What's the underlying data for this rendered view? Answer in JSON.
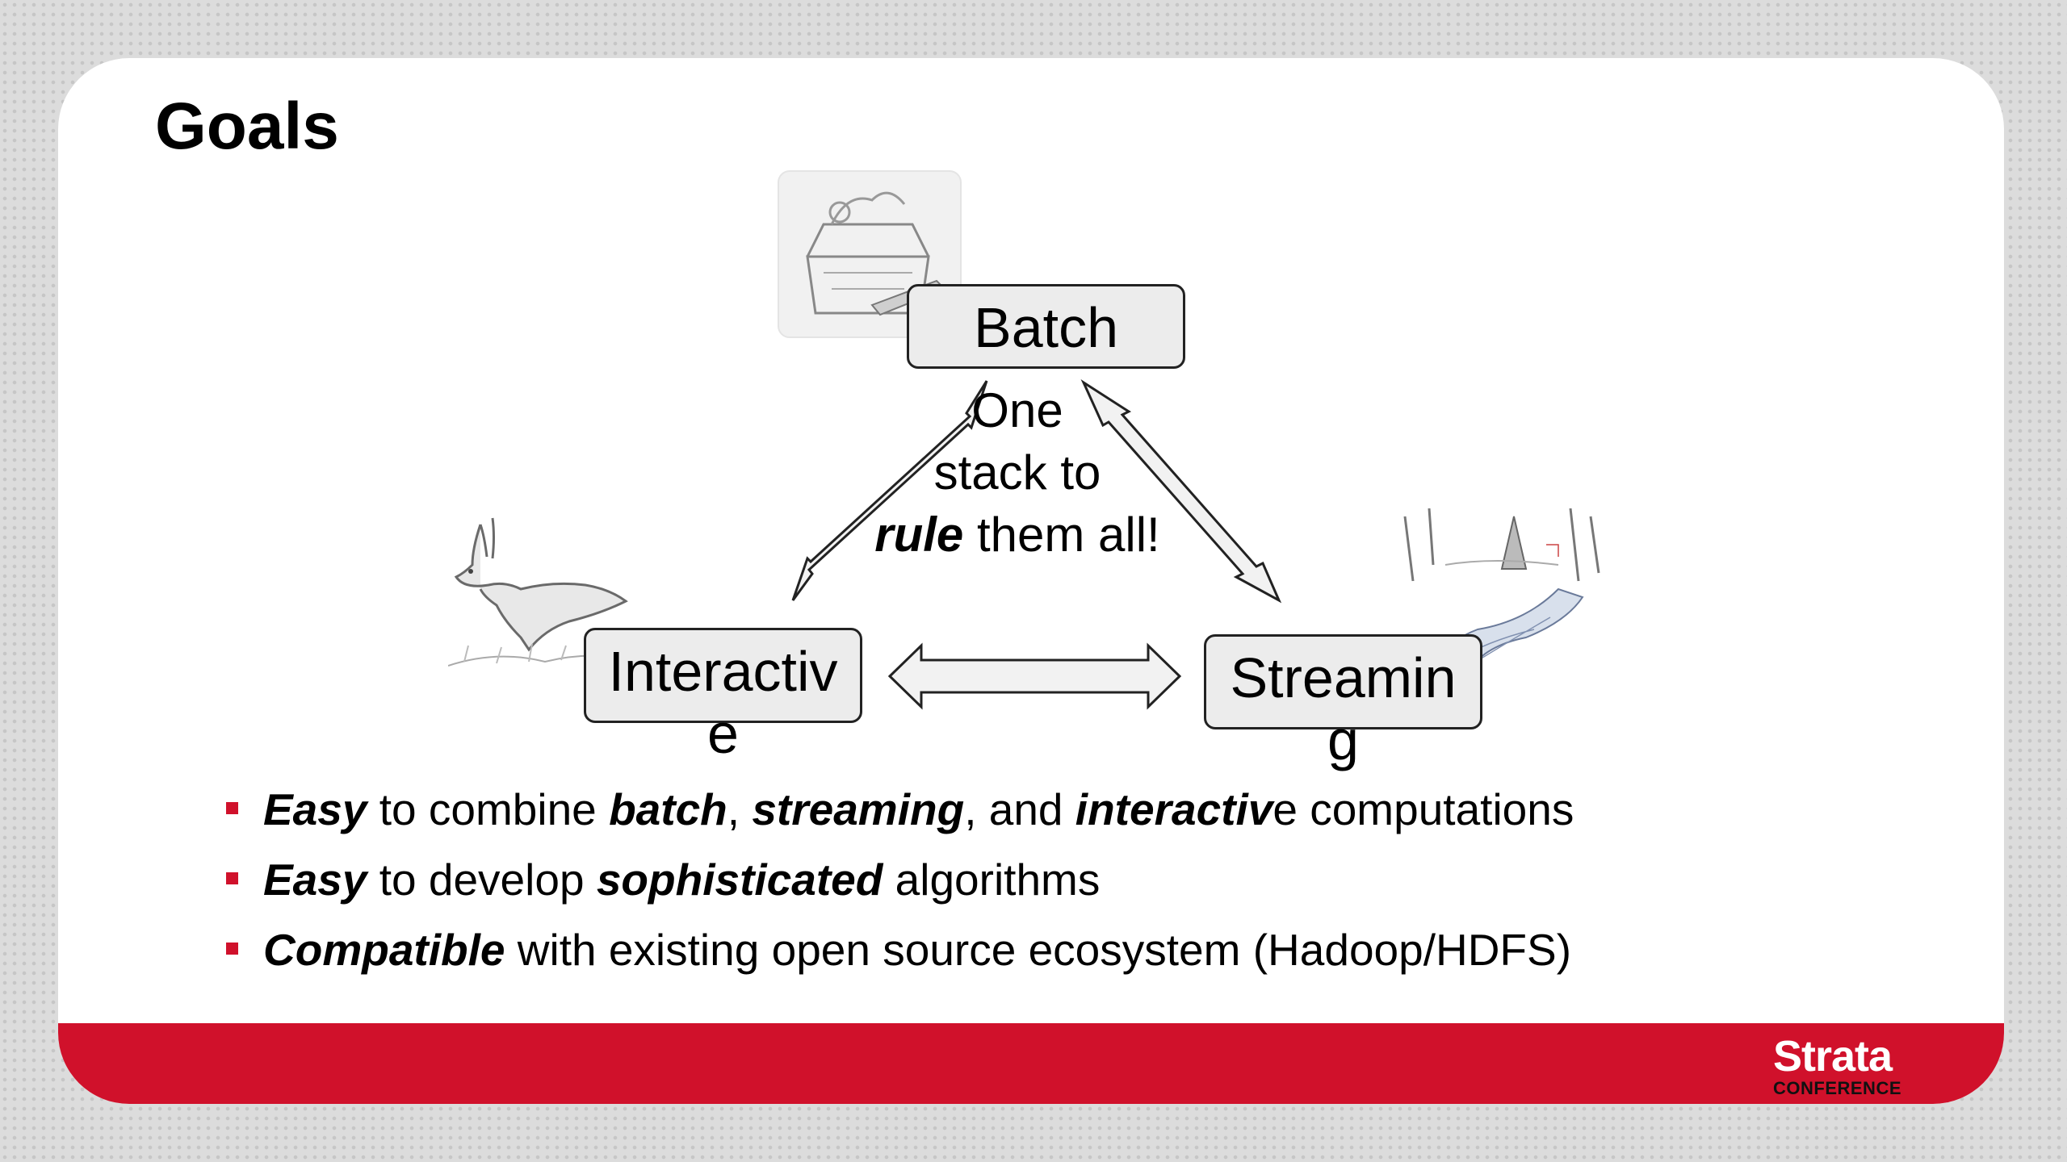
{
  "slide": {
    "title": "Goals",
    "colors": {
      "accent": "#d0112b",
      "node_fill": "#ececec",
      "arrow_fill": "#f2f2f2"
    }
  },
  "diagram": {
    "nodes": {
      "batch": {
        "label": "Batch",
        "icon": "toolbox-sketch"
      },
      "interactive": {
        "label_line1": "Interactiv",
        "label_line2": "e",
        "icon": "hare-sketch"
      },
      "streaming": {
        "label_line1": "Streamin",
        "label_line2": "g",
        "icon": "stream-sketch"
      }
    },
    "center": {
      "line1": "One",
      "line2": "stack to",
      "line3_bold": "rule",
      "line3_rest": " them all!"
    }
  },
  "bullets": [
    {
      "b1": "Easy",
      "t1": " to combine ",
      "b2": "batch",
      "t2": ", ",
      "b3": "streaming",
      "t3": ", and ",
      "b4": "interactiv",
      "t4": "e computations"
    },
    {
      "b1": "Easy",
      "t1": " to develop ",
      "b2": "sophisticated",
      "t2": " algorithms"
    },
    {
      "b1": "Compatible",
      "t1": " with existing open source ecosystem (Hadoop/HDFS)"
    }
  ],
  "logo": {
    "main": "Strata",
    "sub": "CONFERENCE"
  }
}
